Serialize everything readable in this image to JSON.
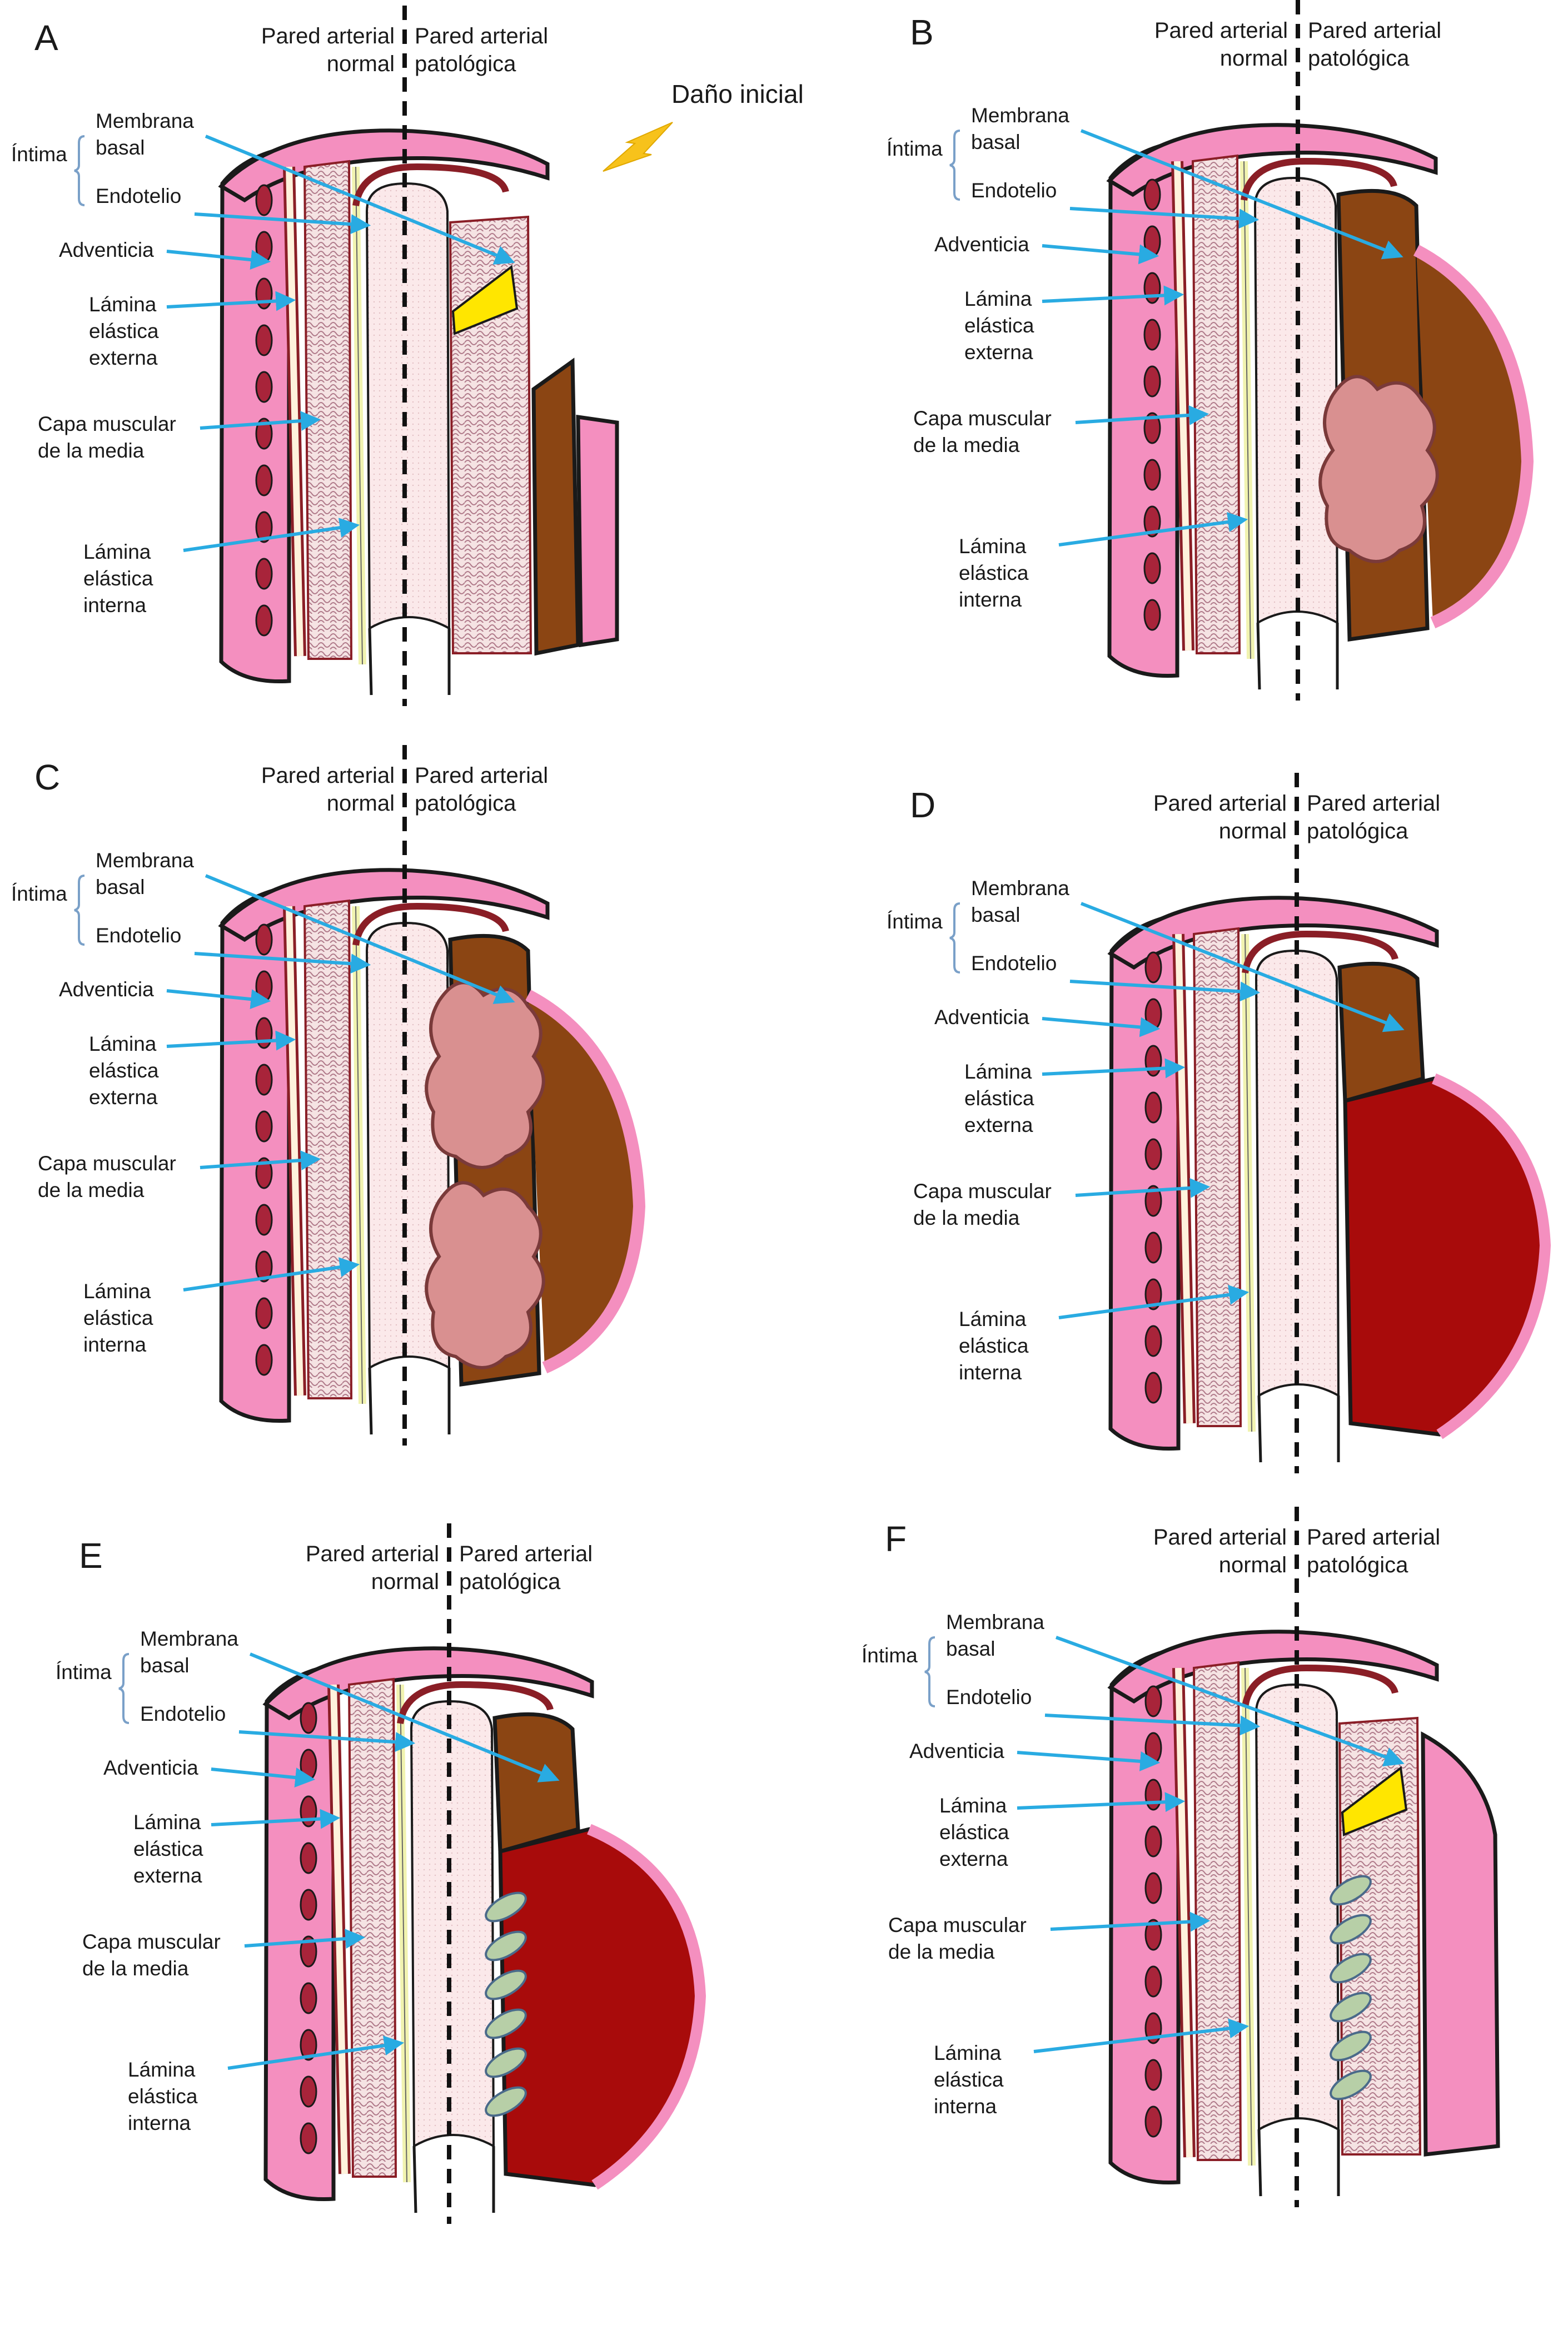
{
  "colors": {
    "adventitia": "#f48fbf",
    "adventitia_cells": "#a8243a",
    "media": "#f5e3e3",
    "media_mesh": "#b07a8a",
    "elastic_lamina": "#fff2dc",
    "internal_lamina": "#f1f3b0",
    "lumen": "#fbe9ea",
    "endothelium": "#8a1e26",
    "thrombus_brown": "#8b4513",
    "hematoma_red": "#a80b0b",
    "inflammatory_pink": "#d99090",
    "fibrin_yellow": "#ffe600",
    "macrophage_green": "#b7cfa7",
    "callout_arrow": "#29abe2",
    "outline": "#1a1a1a"
  },
  "labels": {
    "normal_wall": [
      "Pared arterial",
      "normal"
    ],
    "pathologic_wall": [
      "Pared arterial",
      "patológica"
    ],
    "intima": "Íntima",
    "basal_membrane": [
      "Membrana",
      "basal"
    ],
    "endothelium": "Endotelio",
    "adventitia": "Adventicia",
    "external_elastic_lamina": [
      "Lámina",
      "elástica",
      "externa"
    ],
    "media_muscle_layer": [
      "Capa muscular",
      "de la media"
    ],
    "internal_elastic_lamina": [
      "Lámina",
      "elástica",
      "interna"
    ],
    "initial_damage": "Daño inicial"
  },
  "panels": [
    {
      "letter": "A",
      "stage": "initial"
    },
    {
      "letter": "B",
      "stage": "inflammation"
    },
    {
      "letter": "C",
      "stage": "double-inflammation"
    },
    {
      "letter": "D",
      "stage": "hematoma"
    },
    {
      "letter": "E",
      "stage": "hematoma-fibrosis"
    },
    {
      "letter": "F",
      "stage": "repair"
    }
  ]
}
